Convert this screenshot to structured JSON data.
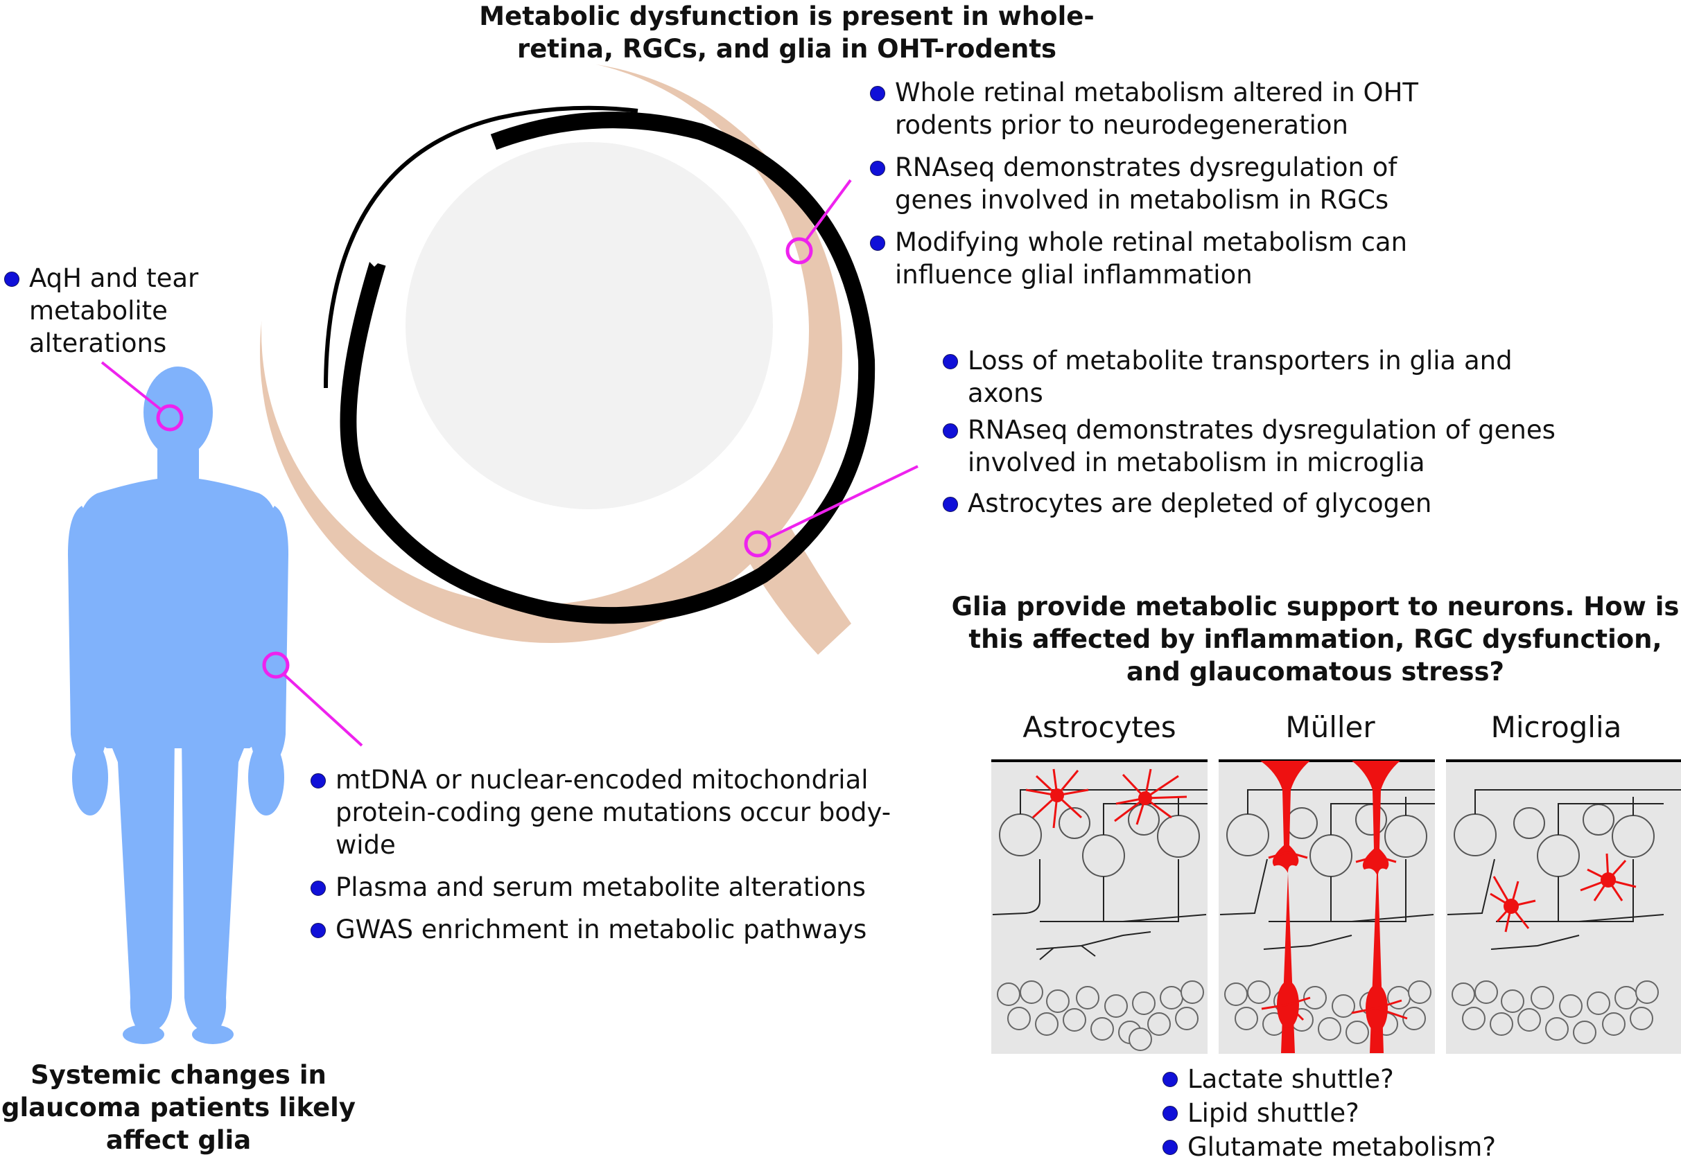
{
  "eye_section": {
    "title": "Metabolic dysfunction is present in whole-retina, RGCs, and glia in OHT-rodents",
    "retina_points": [
      "Whole retinal metabolism altered in OHT rodents prior to neurodegeneration",
      "RNAseq demonstrates dysregulation of genes involved in metabolism in RGCs",
      "Modifying whole retinal metabolism can influence glial inflammation"
    ],
    "optic_nerve_points": [
      "Loss of metabolite transporters in glia and axons",
      "RNAseq demonstrates dysregulation of genes involved in metabolism in microglia",
      "Astrocytes are depleted of glycogen"
    ]
  },
  "patient_section": {
    "head_point": "AqH and tear metabolite alterations",
    "body_points": [
      "mtDNA or nuclear-encoded mitochondrial protein-coding gene mutations occur body-wide",
      "Plasma and serum metabolite alterations",
      "GWAS enrichment in metabolic pathways"
    ],
    "caption": "Systemic changes in glaucoma patients likely affect glia"
  },
  "glia_section": {
    "question": "Glia provide metabolic support to neurons. How is this affected by inflammation, RGC dysfunction, and glaucomatous stress?",
    "panels": [
      "Astrocytes",
      "Müller",
      "Microglia"
    ],
    "shuttles": [
      "Lactate shuttle?",
      "Lipid shuttle?",
      "Glutamate metabolism?"
    ]
  },
  "colors": {
    "body": "#80b2fb",
    "callout": "#ee22ee",
    "bullet": "#1010d8",
    "eye_tissue": "#e8c7b0",
    "eye_inner": "#f2f2f2",
    "glia_red": "#ee1111",
    "panel_bg": "#e6e6e6"
  }
}
